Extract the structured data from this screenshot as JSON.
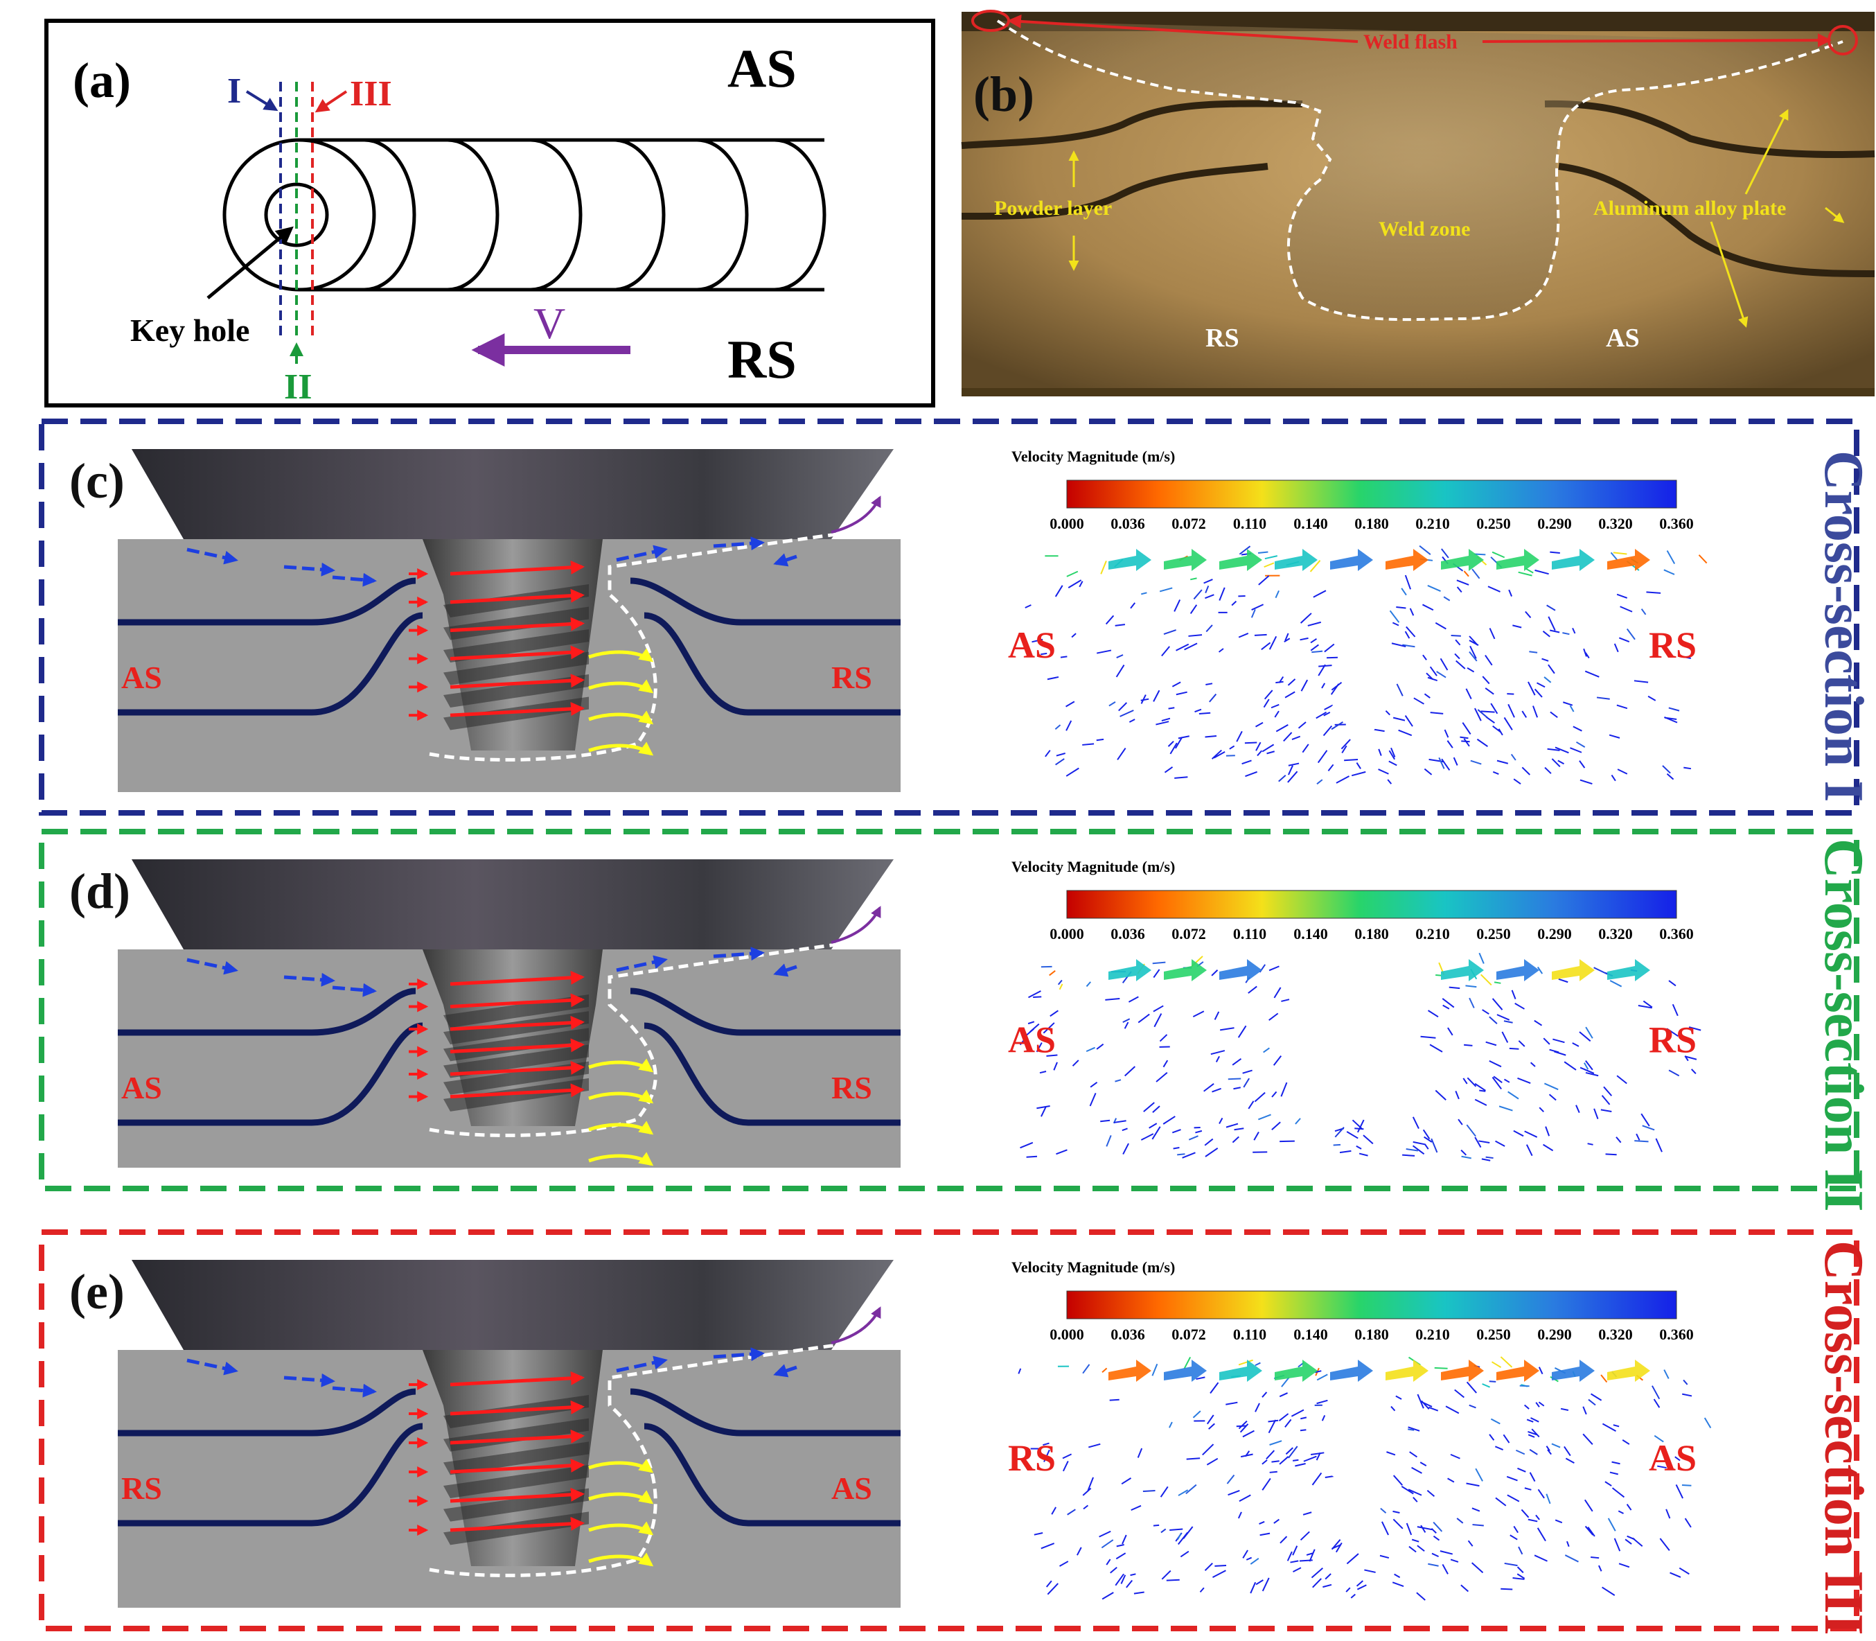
{
  "panel_a": {
    "label": "(a)",
    "as_label": "AS",
    "rs_label": "RS",
    "sec_I": "I",
    "sec_II": "II",
    "sec_III": "III",
    "keyhole_label": "Key hole",
    "velocity_label": "V"
  },
  "panel_b": {
    "label": "(b)",
    "weld_flash": "Weld flash",
    "powder_layer": "Powder layer",
    "weld_zone": "Weld zone",
    "aluminum_plate": "Aluminum alloy plate",
    "rs_label": "RS",
    "as_label": "AS"
  },
  "colorbar": {
    "title": "Velocity Magnitude (m/s)",
    "ticks": [
      "0.000",
      "0.036",
      "0.072",
      "0.110",
      "0.140",
      "0.180",
      "0.210",
      "0.250",
      "0.290",
      "0.320",
      "0.360"
    ]
  },
  "panel_c": {
    "label": "(c)",
    "left_side": "AS",
    "right_side": "RS",
    "title": "Cross-section I",
    "frame_color": "#1f2a8c",
    "title_color": "#3b4a9c"
  },
  "panel_d": {
    "label": "(d)",
    "left_side": "AS",
    "right_side": "RS",
    "title": "Cross-section II",
    "frame_color": "#22a84a",
    "title_color": "#22a84a"
  },
  "panel_e": {
    "label": "(e)",
    "left_side": "RS",
    "right_side": "AS",
    "title": "Cross-section III",
    "frame_color": "#e02424",
    "title_color": "#d42020"
  },
  "colors": {
    "sec_I_line": "#1f2a8c",
    "sec_II_line": "#1a9a3a",
    "sec_III_line": "#e02424",
    "velocity_arrow": "#7b2fa0",
    "side_label_red": "#e8201c",
    "photo_annotation": "#f2e21a"
  }
}
